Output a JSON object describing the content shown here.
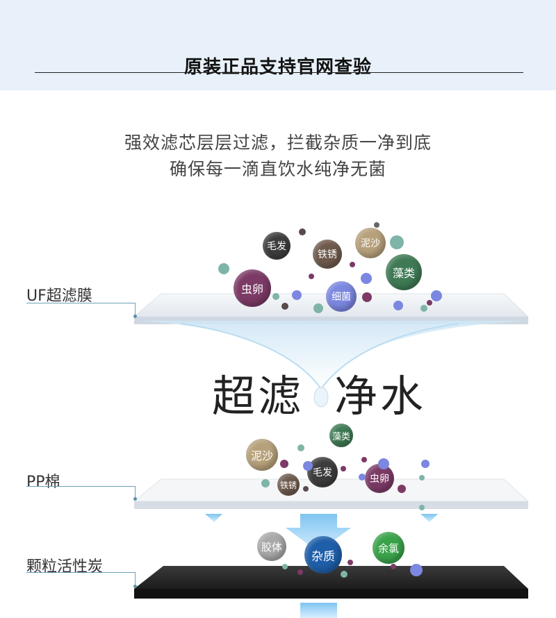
{
  "header": {
    "title": "原装正品支持官网查验"
  },
  "subtitle": {
    "line1": "强效滤芯层层过滤，拦截杂质一净到底",
    "line2": "确保每一滴直饮水纯净无菌"
  },
  "slogan": {
    "left": "超滤",
    "right": "净水"
  },
  "layers": {
    "uf": {
      "label": "UF超滤膜",
      "impurities": [
        "毛发",
        "铁锈",
        "泥沙",
        "藻类",
        "虫卵",
        "细菌"
      ]
    },
    "pp": {
      "label": "PP棉",
      "impurities": [
        "藻类",
        "泥沙",
        "毛发",
        "虫卵",
        "铁锈"
      ]
    },
    "carbon": {
      "label": "颗粒活性炭",
      "impurities": [
        "胶体",
        "杂质",
        "余氯"
      ]
    }
  },
  "colors": {
    "header_bg": "#e8f1fa",
    "hair": "#3d3d3d",
    "rust": "#6e5a4c",
    "sand": "#b7a17b",
    "algae": "#3f7a55",
    "egg": "#7c3a66",
    "bacteria": "#7b87e0",
    "colloid": "#a9a9a9",
    "impurity": "#1f5ea8",
    "chlorine": "#3aa34a",
    "carbon": "#262626"
  }
}
